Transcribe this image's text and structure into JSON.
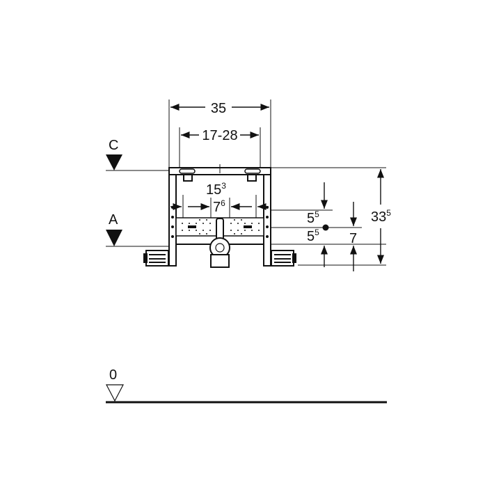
{
  "dimensions": {
    "overall_width": "35",
    "bracket_range": "17-28",
    "pipe_offset_base": "15",
    "pipe_offset_sup": "3",
    "inner_offset_base": "7",
    "inner_offset_sup": "6",
    "upper_drop_base": "5",
    "upper_drop_sup": "5",
    "lower_drop_base": "5",
    "lower_drop_sup": "5",
    "side_height": "7",
    "total_height_base": "33",
    "total_height_sup": "5"
  },
  "levels": {
    "c_label": "C",
    "a_label": "A",
    "floor_label": "0"
  }
}
